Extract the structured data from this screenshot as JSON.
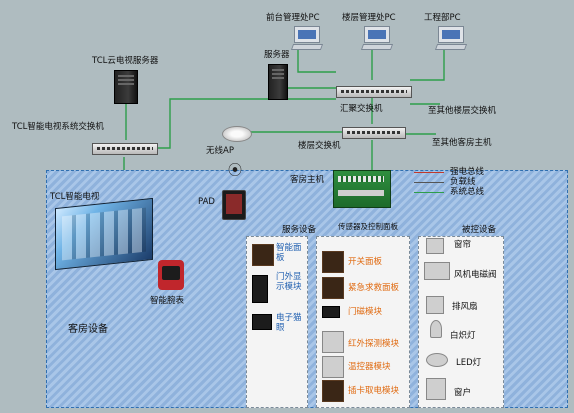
{
  "labels": {
    "front_desk_pc": "前台管理处PC",
    "floor_mgmt_pc": "楼层管理处PC",
    "engineering_pc": "工程部PC",
    "cloud_server": "TCL云电视服务器",
    "server": "服务器",
    "core_switch": "汇聚交换机",
    "tv_system_switch": "TCL智能电视系统交换机",
    "to_other_floor_switch": "至其他楼层交换机",
    "wireless_ap": "无线AP",
    "floor_switch": "楼层交换机",
    "to_other_room_host": "至其他客房主机",
    "room_host": "客房主机",
    "smart_tv": "TCL智能电视",
    "pad": "PAD",
    "smart_watch": "智能腕表",
    "guest_room_devices": "客房设备",
    "service_devices": "服务设备",
    "sensor_devices": "传感器及控制面板",
    "controlled_devices": "被控设备"
  },
  "legend": [
    {
      "label": "强电总线",
      "color": "#c0392b"
    },
    {
      "label": "负载线",
      "color": "#555555"
    },
    {
      "label": "系统总线",
      "color": "#2e9e4a"
    }
  ],
  "service_items": [
    "智能面板",
    "门外显示模块",
    "电子猫眼"
  ],
  "sensor_items": [
    "开关面板",
    "紧急求救面板",
    "门磁模块",
    "红外探测模块",
    "温控器模块",
    "插卡取电模块"
  ],
  "controlled_items": [
    "窗帘",
    "风机电磁阀",
    "排风扇",
    "白炽灯",
    "LED灯",
    "窗户"
  ],
  "colors": {
    "system_bus": "#2e9e4a",
    "power_bus": "#c0392b",
    "load_line": "#555555",
    "zone_border": "#2f6fb0",
    "accent_label": "#e06a10"
  }
}
